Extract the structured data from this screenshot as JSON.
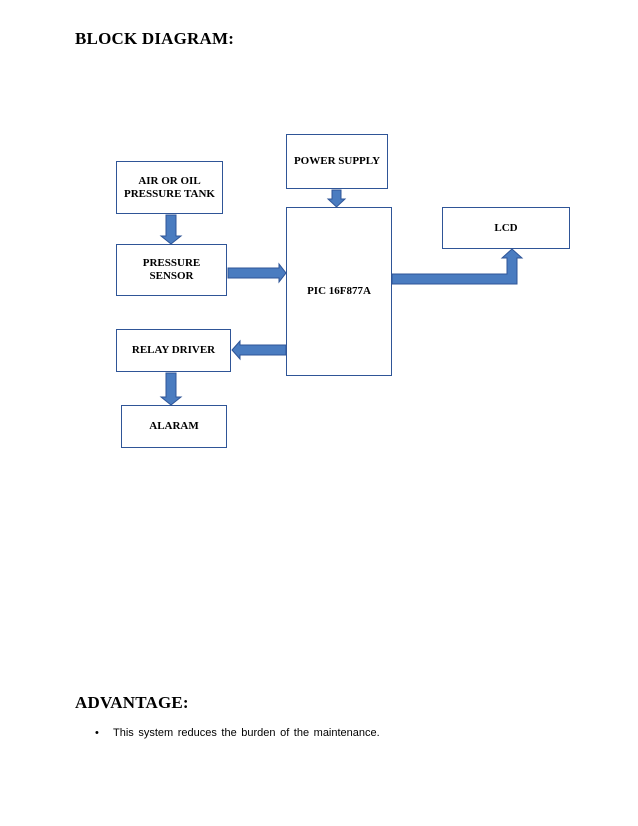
{
  "headings": {
    "block_diagram": "BLOCK DIAGRAM:",
    "advantage": "ADVANTAGE:"
  },
  "blocks": {
    "tank": "AIR OR OIL\nPRESSURE TANK",
    "sensor": "PRESSURE\nSENSOR",
    "relay": "RELAY DRIVER",
    "alarm": "ALARAM",
    "power": "POWER SUPPLY",
    "pic": "PIC 16F877A",
    "lcd": "LCD"
  },
  "advantages": [
    "This system reduces the burden of the maintenance."
  ],
  "colors": {
    "block_border": "#2f5597",
    "arrow_fill": "#4a7cc0"
  }
}
